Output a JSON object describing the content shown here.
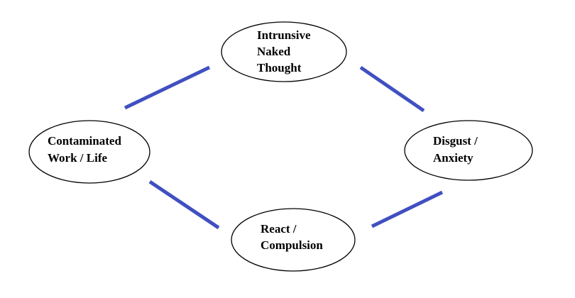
{
  "colors": {
    "connector": "#4050c0",
    "node_stroke": "#000000",
    "node_fill": "#ffffff"
  },
  "nodes": {
    "top": {
      "line1": "Intrunsive",
      "line2": "Naked",
      "line3": "Thought"
    },
    "right": {
      "line1": "Disgust /",
      "line2": "Anxiety"
    },
    "bottom": {
      "line1": "React /",
      "line2": "Compulsion"
    },
    "left": {
      "line1": "Contaminated",
      "line2": "Work / Life"
    }
  }
}
